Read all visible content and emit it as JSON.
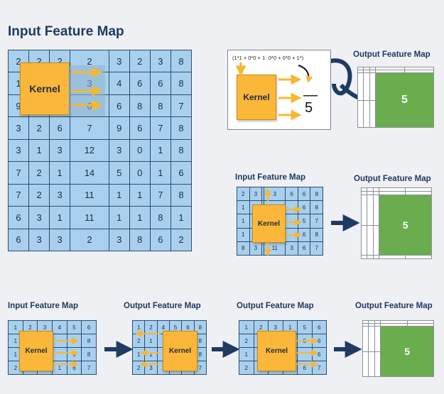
{
  "main_title": "Input Feature Map",
  "big_grid": [
    [
      "2",
      "2",
      "2",
      "2",
      "3",
      "2",
      "3",
      "8"
    ],
    [
      "1",
      "",
      "",
      "3",
      "4",
      "6",
      "6",
      "8"
    ],
    [
      "9",
      "",
      "",
      "6",
      "6",
      "8",
      "8",
      "7"
    ],
    [
      "3",
      "2",
      "6",
      "7",
      "9",
      "6",
      "7",
      "8"
    ],
    [
      "3",
      "1",
      "3",
      "12",
      "3",
      "0",
      "1",
      "8"
    ],
    [
      "7",
      "2",
      "1",
      "14",
      "5",
      "0",
      "1",
      "6"
    ],
    [
      "7",
      "2",
      "3",
      "11",
      "1",
      "1",
      "7",
      "8"
    ],
    [
      "6",
      "3",
      "1",
      "11",
      "1",
      "1",
      "8",
      "1"
    ],
    [
      "6",
      "3",
      "3",
      "2",
      "3",
      "8",
      "6",
      "2"
    ]
  ],
  "kernel_label": "Kernel",
  "calc": {
    "formula": "(1*1 + 0*0 + 1· 0*0 + 0*0 + 1*)",
    "result": "5",
    "fraction_top": "—"
  },
  "output_title_top": "Output Feature Map",
  "output_value": "5",
  "mid": {
    "input_title": "Input Feature Map",
    "output_title": "Output Feature Map",
    "grid": [
      [
        "2",
        "3",
        "",
        "3",
        "6",
        "6",
        "8"
      ],
      [
        "1",
        "",
        "",
        "",
        "",
        "6",
        "8"
      ],
      [
        "1",
        "",
        "",
        "",
        "",
        "5",
        "7"
      ],
      [
        "1",
        "",
        "",
        "",
        "",
        "6",
        "8"
      ],
      [
        "8",
        "3",
        "",
        "11",
        "3",
        "6",
        "7"
      ]
    ]
  },
  "bottom": {
    "titles": [
      "Input Feature Map",
      "Output Feature Map",
      "Output Feature Map",
      "Output Feature Map"
    ],
    "grid1": [
      [
        "1",
        "2",
        "3",
        "4",
        "5",
        "6"
      ],
      [
        "1",
        "",
        "",
        "",
        "6",
        "8"
      ],
      [
        "1",
        "",
        "",
        "",
        "0",
        "8"
      ],
      [
        "2",
        "3",
        "1",
        "1",
        "6",
        "7"
      ]
    ],
    "grid2": [
      [
        "1",
        "2",
        "4",
        "5",
        "6",
        "8"
      ],
      [
        "2",
        "1",
        "",
        "",
        "",
        "8"
      ],
      [
        "1",
        "1",
        "",
        "",
        "",
        "8"
      ],
      [
        "2",
        "3",
        "1",
        "",
        "8",
        "7"
      ]
    ],
    "grid3": [
      [
        "1",
        "2",
        "3",
        "1",
        "5",
        "6"
      ],
      [
        "2",
        "",
        "",
        "",
        "6",
        "6"
      ],
      [
        "1",
        "",
        "",
        "",
        "",
        "6"
      ],
      [
        "2",
        "3",
        "1",
        "1",
        "6",
        "7"
      ]
    ]
  },
  "colors": {
    "cell": "#a8d0ee",
    "kernel": "#fbb73a",
    "output_hit": "#69ad4e",
    "navy": "#1f3a63",
    "arrow": "#f7b731"
  }
}
